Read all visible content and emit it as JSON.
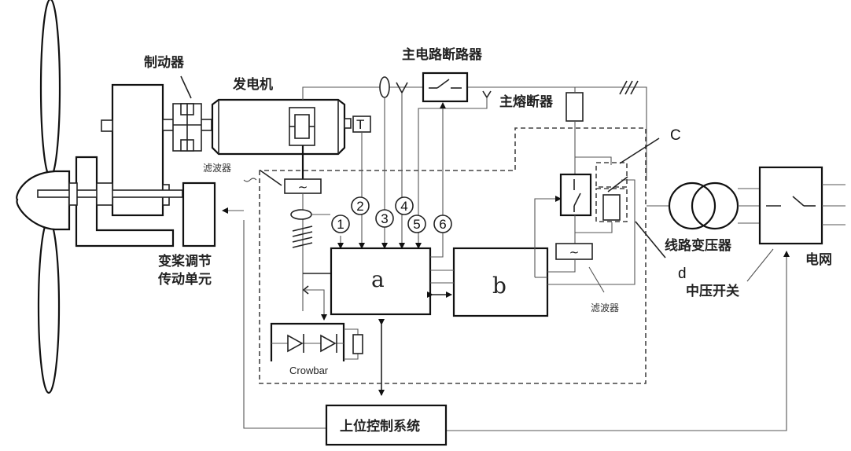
{
  "title": "双馈风力发电机组控制系统示意图",
  "components": {
    "brake": "制动器",
    "generator": "发电机",
    "main_breaker": "主电路断路器",
    "main_fuse": "主熔断器",
    "filter_left": "滤波器",
    "filter_right": "滤波器",
    "pitch_unit_line1": "变桨调节",
    "pitch_unit_line2": "传动单元",
    "line_transformer": "线路变压器",
    "mv_switch": "中压开关",
    "grid": "电网",
    "upper_control": "上位控制系统",
    "crowbar": "Crowbar",
    "tacho": "T",
    "converter_a": "a",
    "converter_b": "b",
    "label_c": "C",
    "label_d": "d"
  },
  "signals": [
    "1",
    "2",
    "3",
    "4",
    "5",
    "6"
  ],
  "icons": {
    "filter": "sine-wave-filter-icon",
    "switch": "open-switch-icon",
    "diode": "diode-icon",
    "resistor": "resistor-icon",
    "transformer": "transformer-icon",
    "current_sensor": "current-transformer-icon",
    "voltage_sensor": "voltage-sensor-icon"
  }
}
